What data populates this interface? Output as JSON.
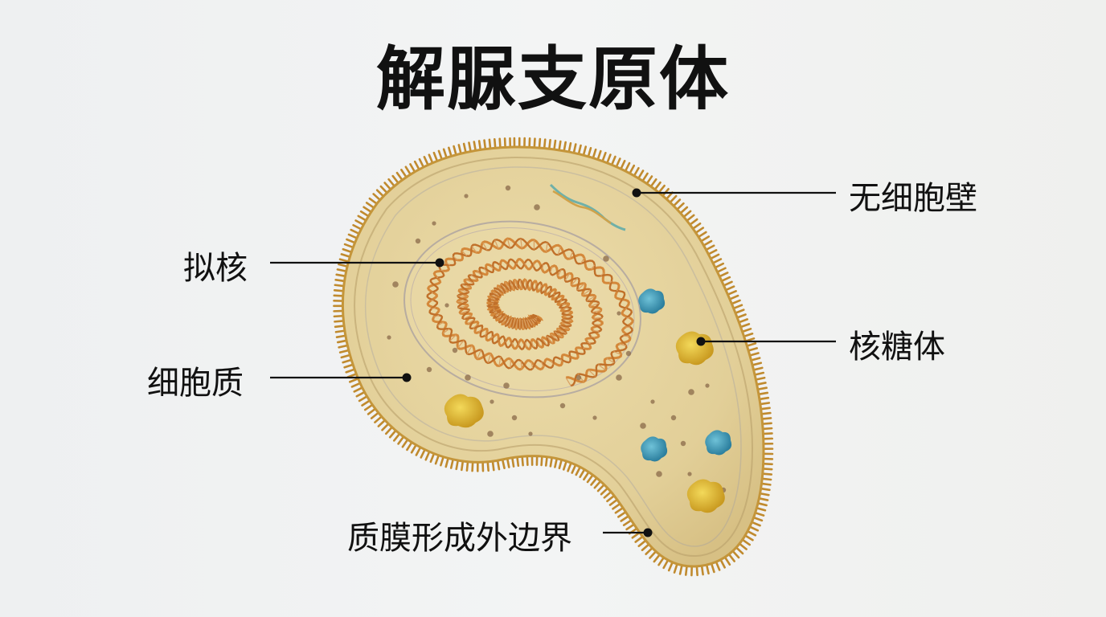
{
  "title": "解脲支原体",
  "labels": {
    "no_cell_wall": "无细胞壁",
    "nucleoid": "拟核",
    "ribosome": "核糖体",
    "cytoplasm": "细胞质",
    "membrane_boundary": "质膜形成外边界"
  },
  "colors": {
    "background": "#eff0f0",
    "cytoplasm": "#e4d3a0",
    "membrane": "#c89a3e",
    "dna": "#d4883a",
    "ribosome_yellow": "#e4bd2e",
    "ribosome_blue": "#3f9ab8",
    "leader_line": "#111111"
  }
}
